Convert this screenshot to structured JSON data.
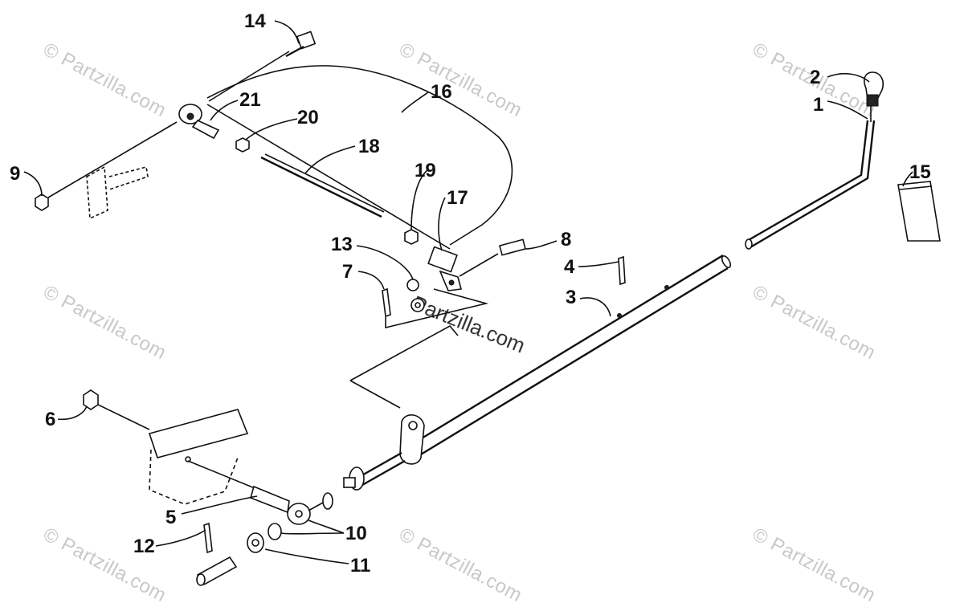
{
  "watermark": "© Partzilla.com",
  "center_watermark": "Partzilla.com",
  "callouts": {
    "c1": "1",
    "c2": "2",
    "c3": "3",
    "c4": "4",
    "c5": "5",
    "c6": "6",
    "c7": "7",
    "c8": "8",
    "c9": "9",
    "c10": "10",
    "c11": "11",
    "c12": "12",
    "c13": "13",
    "c14": "14",
    "c15": "15",
    "c16": "16",
    "c17": "17",
    "c18": "18",
    "c19": "19",
    "c20": "20",
    "c21": "21"
  }
}
